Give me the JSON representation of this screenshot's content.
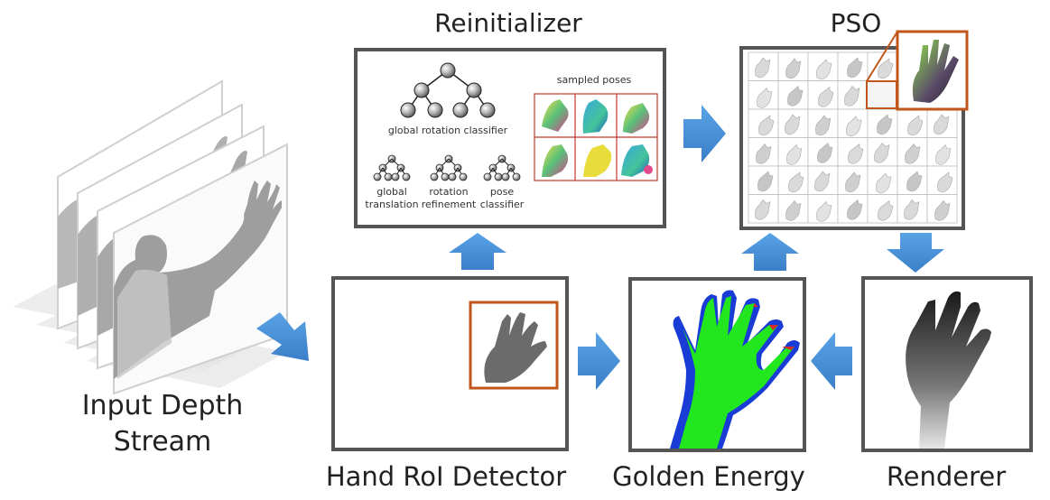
{
  "labels": {
    "reinitializer": "Reinitializer",
    "pso": "PSO",
    "input_line1": "Input Depth",
    "input_line2": "Stream",
    "hand_roi": "Hand RoI Detector",
    "golden_energy": "Golden Energy",
    "renderer": "Renderer"
  },
  "reinitializer_panel": {
    "global_rotation_classifier": "global rotation classifier",
    "sampled_poses": "sampled poses",
    "global_translation_l1": "global",
    "global_translation_l2": "translation",
    "rotation_refinement_l1": "rotation",
    "rotation_refinement_l2": "refinement",
    "pose_classifier_l1": "pose",
    "pose_classifier_l2": "classifier"
  },
  "colors": {
    "arrow": "#4a90d9",
    "roi_box": "#c0561a",
    "energy_green": "#22e61e",
    "frame": "#555555"
  }
}
